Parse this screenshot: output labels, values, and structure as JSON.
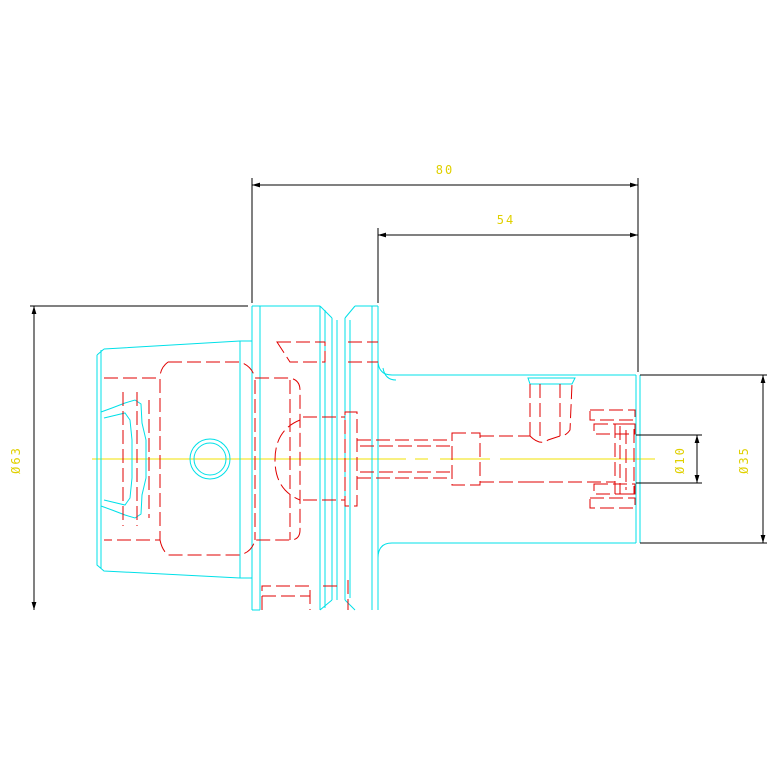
{
  "colors": {
    "background": "#ffffff",
    "outline": "#00e0e8",
    "hidden": "#e00000",
    "dimension": "#000000",
    "dimension_text": "#e0d000",
    "centerline": "#f0e000"
  },
  "dimensions": {
    "overall_length": "80",
    "shank_length": "54",
    "flange_diameter": "Ø63",
    "bore_diameter": "Ø10",
    "shank_diameter": "Ø35"
  }
}
